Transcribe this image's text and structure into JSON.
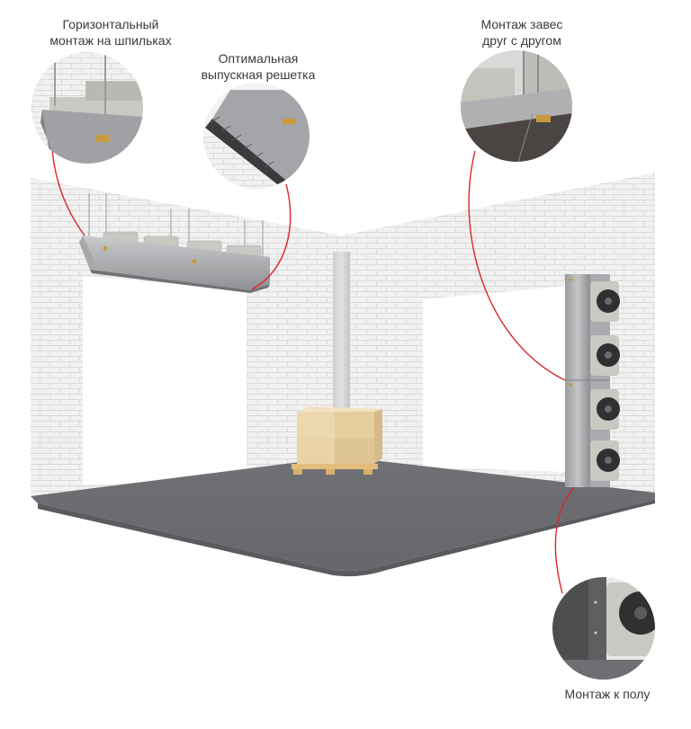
{
  "diagram": {
    "callouts": [
      {
        "id": "horizontal-stud-mount",
        "lines": [
          "Горизонтальный",
          "монтаж на шпильках"
        ]
      },
      {
        "id": "optimal-outlet-grille",
        "lines": [
          "Оптимальная",
          "выпускная решетка"
        ]
      },
      {
        "id": "side-by-side-mount",
        "lines": [
          "Монтаж завес",
          "друг с другом"
        ]
      },
      {
        "id": "floor-mount",
        "lines": [
          "Монтаж к полу"
        ]
      }
    ],
    "colors": {
      "leader_line": "#d9262b",
      "floor": "#6e6f73",
      "floor_edge": "#5a5b5f",
      "wall": "#efefef",
      "brick_line": "#dcdcdc",
      "unit_steel": "#b4b6b8",
      "unit_dark": "#8a8c8f",
      "fan_housing": "#c9c8c3",
      "box": "#e9d3a6",
      "pallet": "#e2bd7c",
      "label_text": "#3a3a3a"
    },
    "scene": {
      "horizontal_unit_fans": 4,
      "vertical_unit_fans": 4
    }
  }
}
